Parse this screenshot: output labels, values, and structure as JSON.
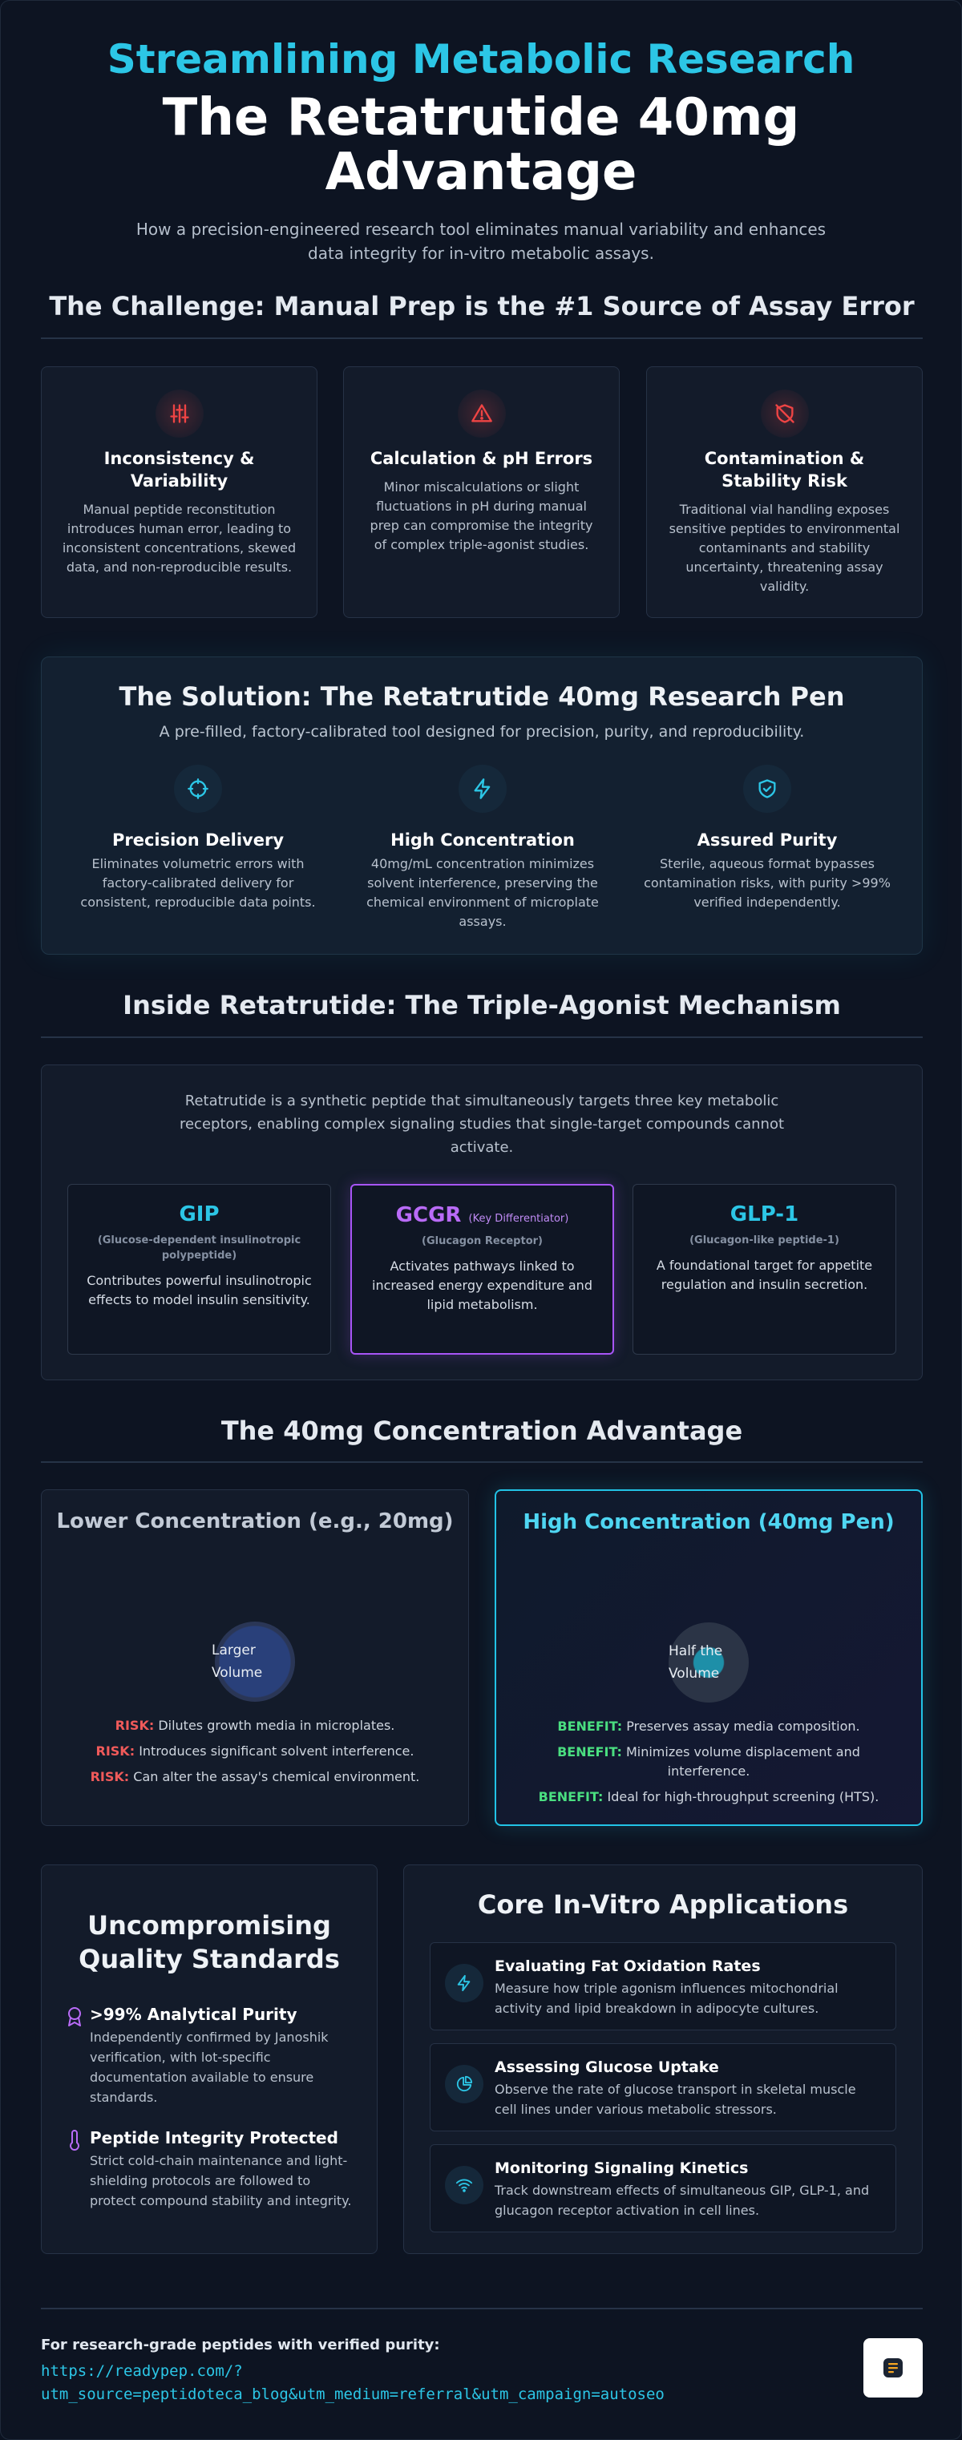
{
  "hero": {
    "kicker": "Streamlining Metabolic Research",
    "title": "The Retatrutide 40mg Advantage",
    "subtitle": "How a precision-engineered research tool eliminates manual variability and enhances data integrity for in-vitro metabolic assays."
  },
  "challenge": {
    "heading": "The Challenge: Manual Prep is the #1 Source of Assay Error",
    "cards": [
      {
        "icon": "sliders-icon",
        "title": "Inconsistency & Variability",
        "body": "Manual peptide reconstitution introduces human error, leading to inconsistent concentrations, skewed data, and non-reproducible results."
      },
      {
        "icon": "warning-triangle-icon",
        "title": "Calculation & pH Errors",
        "body": "Minor miscalculations or slight fluctuations in pH during manual prep can compromise the integrity of complex triple-agonist studies."
      },
      {
        "icon": "shield-off-icon",
        "title": "Contamination & Stability Risk",
        "body": "Traditional vial handling exposes sensitive peptides to environmental contaminants and stability uncertainty, threatening assay validity."
      }
    ]
  },
  "solution": {
    "title": "The Solution: The Retatrutide 40mg Research Pen",
    "subtitle": "A pre-filled, factory-calibrated tool designed for precision, purity, and reproducibility.",
    "features": [
      {
        "icon": "crosshair-icon",
        "title": "Precision Delivery",
        "body": "Eliminates volumetric errors with factory-calibrated delivery for consistent, reproducible data points."
      },
      {
        "icon": "lightning-icon",
        "title": "High Concentration",
        "body": "40mg/mL concentration minimizes solvent interference, preserving the chemical environment of microplate assays."
      },
      {
        "icon": "shield-check-icon",
        "title": "Assured Purity",
        "body": "Sterile, aqueous format bypasses contamination risks, with purity >99% verified independently."
      }
    ]
  },
  "mechanism": {
    "heading": "Inside Retatrutide: The Triple-Agonist Mechanism",
    "intro": "Retatrutide is a synthetic peptide that simultaneously targets three key metabolic receptors, enabling complex signaling studies that single-target compounds cannot activate.",
    "receptors": [
      {
        "name": "GIP",
        "key": "",
        "subtitle": "(Glucose-dependent insulinotropic polypeptide)",
        "body": "Contributes powerful insulinotropic effects to model insulin sensitivity."
      },
      {
        "name": "GCGR",
        "key": "(Key Differentiator)",
        "subtitle": "(Glucagon Receptor)",
        "body": "Activates pathways linked to increased energy expenditure and lipid metabolism."
      },
      {
        "name": "GLP-1",
        "key": "",
        "subtitle": "(Glucagon-like peptide-1)",
        "body": "A foundational target for appetite regulation and insulin secretion."
      }
    ]
  },
  "concentration": {
    "heading": "The 40mg Concentration Advantage",
    "low": {
      "title": "Lower Concentration (e.g., 20mg)",
      "bubble_label": "Larger Volume",
      "tag": "RISK:",
      "points": [
        "Dilutes growth media in microplates.",
        "Introduces significant solvent interference.",
        "Can alter the assay's chemical environment."
      ]
    },
    "high": {
      "title": "High Concentration (40mg Pen)",
      "bubble_label": "Half the Volume",
      "tag": "BENEFIT:",
      "points": [
        "Preserves assay media composition.",
        "Minimizes volume displacement and interference.",
        "Ideal for high-throughput screening (HTS)."
      ]
    },
    "colors": {
      "risk": "#f05a5a",
      "benefit": "#4ade80",
      "accent": "#22c3e6"
    }
  },
  "quality": {
    "title": "Uncompromising Quality Standards",
    "items": [
      {
        "icon": "award-ribbon-icon",
        "title": ">99% Analytical Purity",
        "body": "Independently confirmed by Janoshik verification, with lot-specific documentation available to ensure standards."
      },
      {
        "icon": "thermometer-icon",
        "title": "Peptide Integrity Protected",
        "body": "Strict cold-chain maintenance and light-shielding protocols are followed to protect compound stability and integrity."
      }
    ]
  },
  "applications": {
    "title": "Core In-Vitro Applications",
    "items": [
      {
        "icon": "lightning-icon",
        "title": "Evaluating Fat Oxidation Rates",
        "body": "Measure how triple agonism influences mitochondrial activity and lipid breakdown in adipocyte cultures."
      },
      {
        "icon": "pie-chart-icon",
        "title": "Assessing Glucose Uptake",
        "body": "Observe the rate of glucose transport in skeletal muscle cell lines under various metabolic stressors."
      },
      {
        "icon": "wifi-signal-icon",
        "title": "Monitoring Signaling Kinetics",
        "body": "Track downstream effects of simultaneous GIP, GLP-1, and glucagon receptor activation in cell lines."
      }
    ]
  },
  "footer": {
    "label": "For research-grade peptides with verified purity:",
    "link": "https://readypep.com/?utm_source=peptidoteca_blog&utm_medium=referral&utm_campaign=autoseo",
    "logo_icon": "document-logo-icon"
  },
  "theme": {
    "primary": "#2cc6e6",
    "background": "#0d1422",
    "purple": "#a855f7",
    "red": "#ef4444"
  }
}
